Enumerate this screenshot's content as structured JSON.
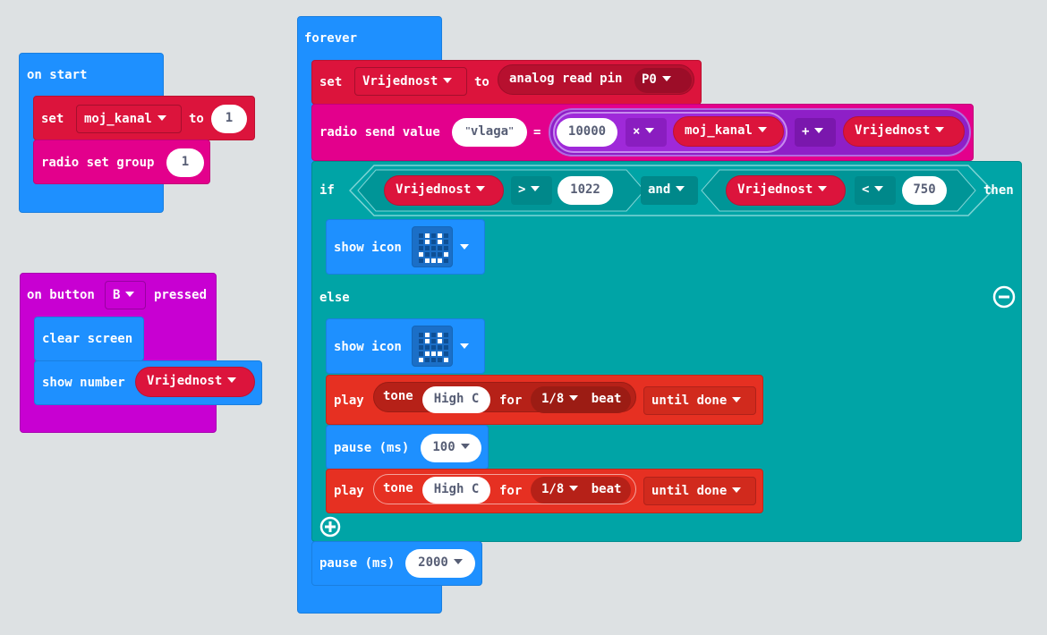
{
  "on_start": {
    "title": "on start",
    "set_label": "set",
    "variable": "moj_kanal",
    "to_label": "to",
    "value": "1",
    "radio_group_label": "radio set group",
    "group_value": "1"
  },
  "on_button": {
    "prefix": "on button",
    "button": "B",
    "suffix": "pressed",
    "clear_label": "clear screen",
    "show_number_label": "show number",
    "show_number_var": "Vrijednost"
  },
  "forever": {
    "title": "forever",
    "set_label": "set",
    "set_var": "Vrijednost",
    "to_label": "to",
    "analog_label": "analog read pin",
    "pin": "P0",
    "radio_send_label": "radio send value",
    "send_name": "vlaga",
    "equals": "=",
    "mult_value": "10000",
    "mult_op": "×",
    "mult_var": "moj_kanal",
    "add_op": "+",
    "add_var": "Vrijednost",
    "if_label": "if",
    "cmp1_var": "Vrijednost",
    "cmp1_op": ">",
    "cmp1_val": "1022",
    "logic_op": "and",
    "cmp2_var": "Vrijednost",
    "cmp2_op": "<",
    "cmp2_val": "750",
    "then_label": "then",
    "show_icon_label": "show icon",
    "else_label": "else",
    "play_label": "play",
    "tone_label": "tone",
    "note": "High C",
    "for_label": "for",
    "duration": "1/8",
    "beat_label": "beat",
    "until_label": "until done",
    "pause_label": "pause (ms)",
    "pause1": "100",
    "pause2": "2000"
  },
  "icons": {
    "collapse": "minus-circle-icon",
    "expand": "plus-circle-icon",
    "led_face_1": [
      0,
      1,
      0,
      1,
      0,
      0,
      1,
      0,
      1,
      0,
      0,
      0,
      0,
      0,
      0,
      1,
      0,
      0,
      0,
      1,
      0,
      1,
      1,
      1,
      0
    ],
    "led_face_2": [
      0,
      1,
      0,
      1,
      0,
      0,
      1,
      0,
      1,
      0,
      0,
      0,
      0,
      0,
      0,
      0,
      1,
      1,
      1,
      0,
      1,
      0,
      0,
      0,
      1
    ]
  },
  "colors": {
    "loops": "#1e90ff",
    "variables": "#dc143c",
    "radio": "#e3008c",
    "math": "#c800d2",
    "logic": "#00a4a6",
    "music": "#e63022"
  }
}
